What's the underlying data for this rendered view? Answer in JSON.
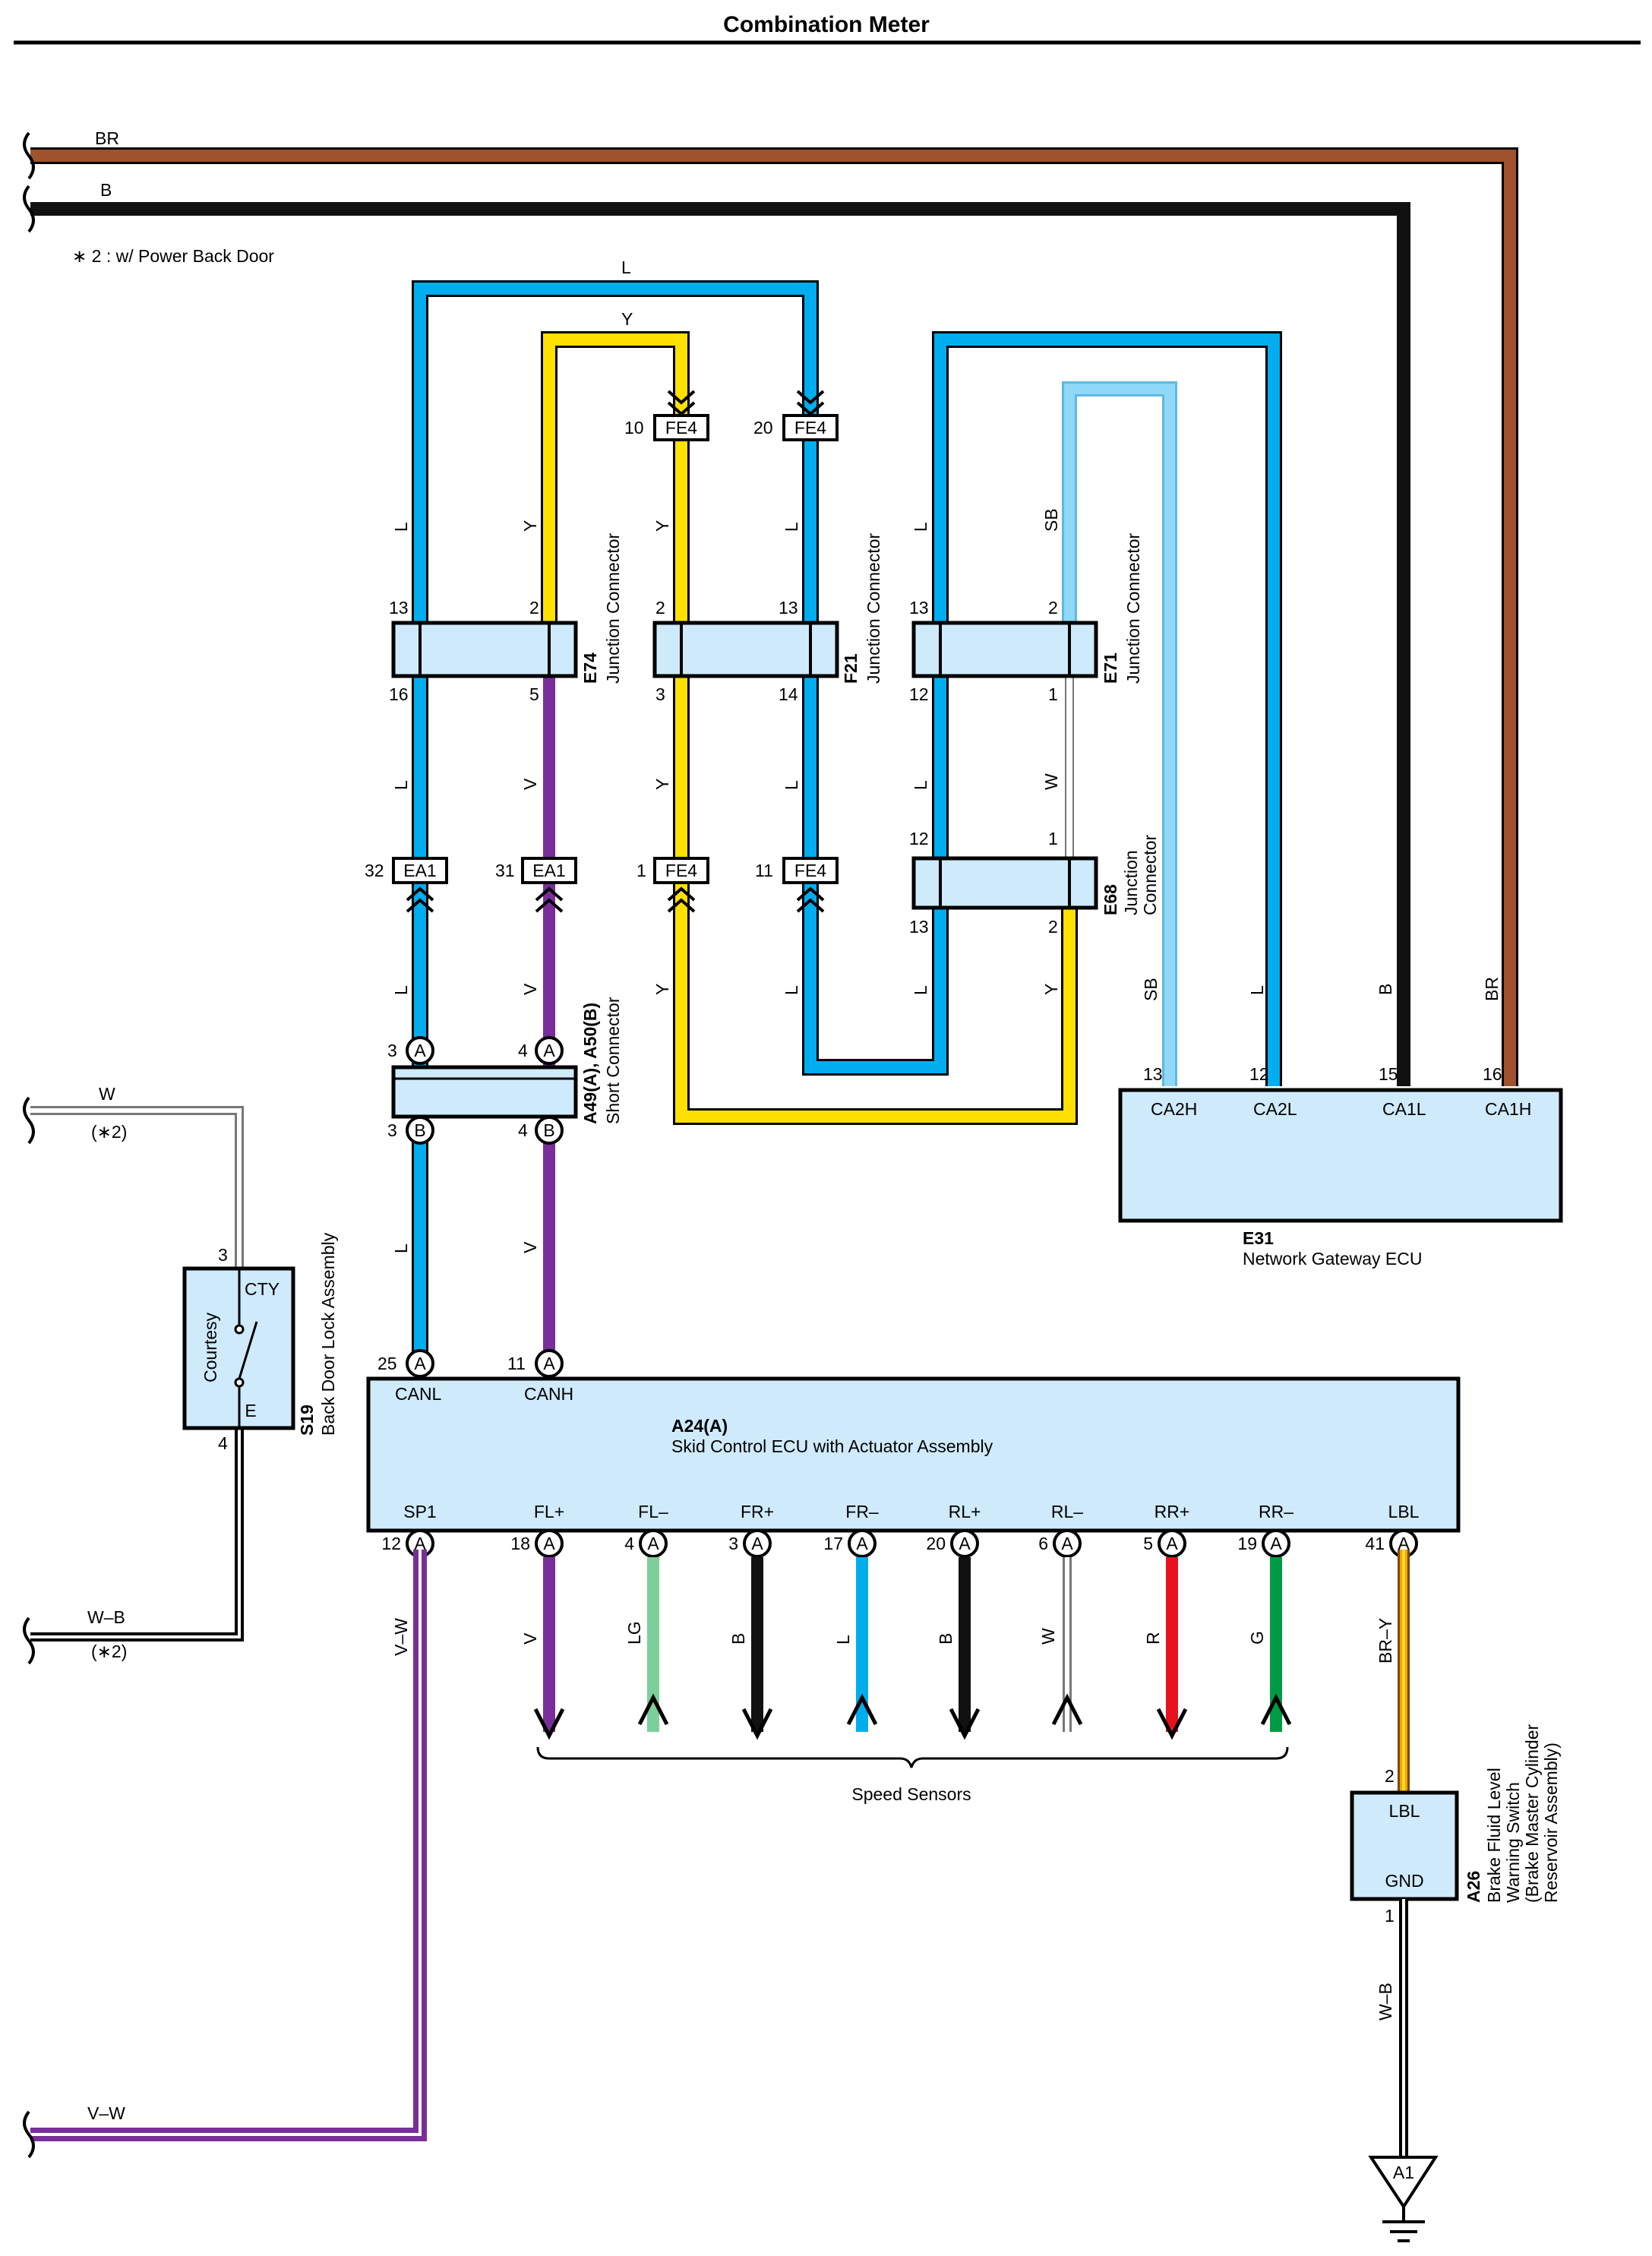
{
  "title": "Combination Meter",
  "note": "∗ 2 : w/ Power Back Door",
  "colors": {
    "BR": "#a0522d",
    "B": "#111111",
    "L": "#00aeef",
    "Y": "#ffe000",
    "V": "#7a2e9a",
    "SB": "#8fd8f8",
    "W": "#bdbdbd",
    "LG": "#7ccf9a",
    "R": "#e8121f",
    "G": "#009a44",
    "BR-Y": "#f0a020",
    "component_fill": "#cfeafb"
  },
  "wires": {
    "br": "BR",
    "b": "B",
    "l": "L",
    "y": "Y",
    "sb": "SB",
    "w": "W",
    "v": "V",
    "lg": "LG",
    "r": "R",
    "g": "G",
    "vw": "V–W",
    "wb": "W–B",
    "bry": "BR–Y",
    "star2": "(∗2)"
  },
  "connectors": {
    "fe4": "FE4",
    "ea1": "EA1",
    "a": "A",
    "b": "B",
    "e74": "E74",
    "f21": "F21",
    "e71": "E71",
    "e68": "E68",
    "a49": "A49(A), A50(B)",
    "s19": "S19",
    "a26": "A26",
    "a1": "A1",
    "e31": "E31",
    "a24": "A24(A)"
  },
  "labels": {
    "junction": "Junction Connector",
    "junction1": "Junction",
    "connector": "Connector",
    "short": "Short Connector",
    "s19": "Back Door Lock Assembly",
    "courtesy": "Courtesy",
    "cty": "CTY",
    "e": "E",
    "e31": "Network Gateway ECU",
    "a24": "Skid Control ECU with Actuator Assembly",
    "speed": "Speed Sensors",
    "a26_1": "Brake Fluid Level",
    "a26_2": "Warning Switch",
    "a26_3": "(Brake Master Cylinder",
    "a26_4": "Reservoir Assembly)",
    "lbl": "LBL",
    "gnd": "GND"
  },
  "e31_pins": {
    "ca2h": "CA2H",
    "ca2l": "CA2L",
    "ca1l": "CA1L",
    "ca1h": "CA1H"
  },
  "a24_top": {
    "canl": "CANL",
    "canh": "CANH"
  },
  "a24_pins": [
    "SP1",
    "FL+",
    "FL–",
    "FR+",
    "FR–",
    "RL+",
    "RL–",
    "RR+",
    "RR–",
    "LBL"
  ],
  "a24_pin_nums": [
    "12",
    "18",
    "4",
    "3",
    "17",
    "20",
    "6",
    "5",
    "19",
    "41"
  ],
  "a24_wire_colors": [
    "V",
    "LG",
    "B",
    "L",
    "B",
    "W",
    "R",
    "G"
  ],
  "pins": {
    "p1": "1",
    "p2": "2",
    "p3": "3",
    "p4": "4",
    "p5": "5",
    "p10": "10",
    "p11": "11",
    "p12": "12",
    "p13": "13",
    "p14": "14",
    "p15": "15",
    "p16": "16",
    "p20": "20",
    "p25": "25",
    "p31": "31",
    "p32": "32"
  }
}
